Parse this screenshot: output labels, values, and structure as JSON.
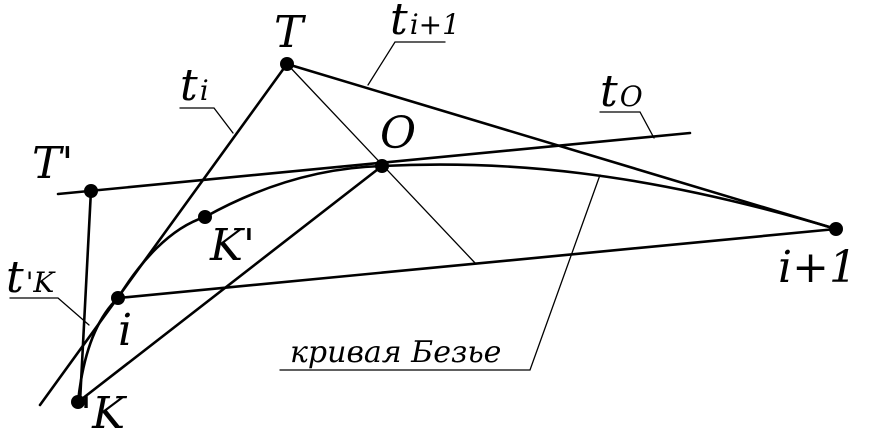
{
  "labels": {
    "T": "T",
    "t_i_main": "t",
    "t_i_sub": "i",
    "t_i1_main": "t",
    "t_i1_sub": "i+1",
    "t_O_main": "t",
    "t_O_sub": "O",
    "O": "O",
    "T_prime": "T'",
    "K_prime": "K'",
    "i": "i",
    "i_plus_1": "i+1",
    "t_K_main": "t",
    "t_K_sub": "'K",
    "K": "'K",
    "curve_caption": "кривая Безье"
  }
}
